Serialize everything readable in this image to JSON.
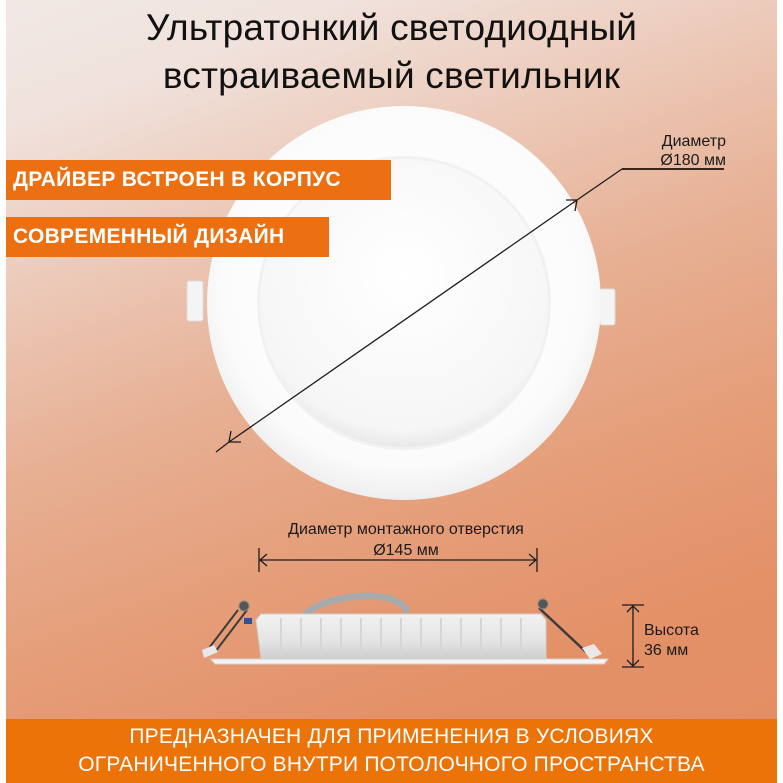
{
  "title": {
    "line1": "Ультратонкий светодиодный",
    "line2": "встраиваемый светильник"
  },
  "badges": [
    {
      "label": "ДРАЙВЕР ВСТРОЕН В КОРПУС"
    },
    {
      "label": "СОВРЕМЕННЫЙ ДИЗАЙН"
    }
  ],
  "dimensions": {
    "outer_diameter": {
      "label": "Диаметр",
      "value": "Ø180 мм"
    },
    "cutout_diameter": {
      "label": "Диаметр монтажного отверстия",
      "value": "Ø145 мм"
    },
    "height": {
      "label": "Высота",
      "value": "36 мм"
    }
  },
  "footer": {
    "line1": "ПРЕДНАЗНАЧЕН ДЛЯ ПРИМЕНЕНИЯ В УСЛОВИЯХ",
    "line2": "ОГРАНИЧЕННОГО ВНУТРИ ПОТОЛОЧНОГО ПРОСТРАНСТВА"
  },
  "colors": {
    "accent_orange": "#ec7012",
    "text_dark": "#111111",
    "background_top": "#f1e8e5",
    "background_bottom": "#e38d62"
  },
  "icons": {
    "product_front": "round-downlight-front-view",
    "product_side": "round-downlight-side-view",
    "dimension_arrow": "double-arrow"
  }
}
